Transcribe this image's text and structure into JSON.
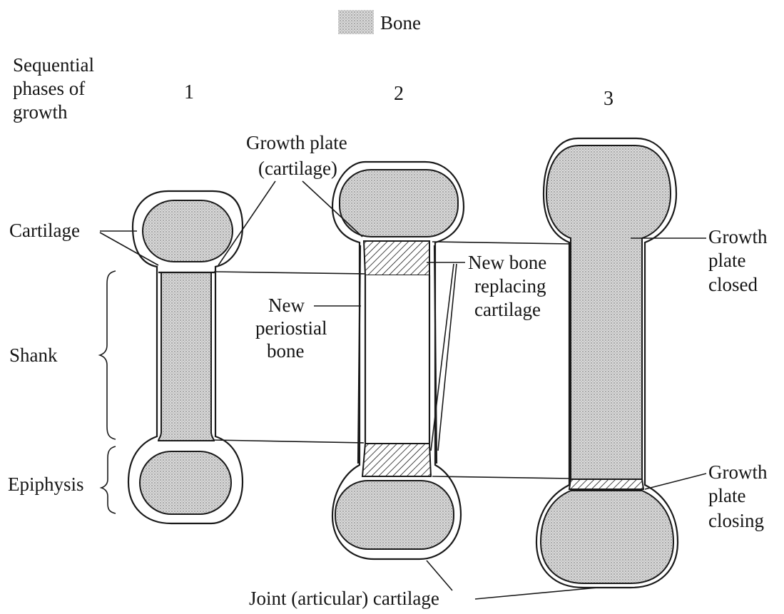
{
  "legend": {
    "label": "Bone"
  },
  "phases_title": [
    "Sequential",
    "phases of",
    "growth"
  ],
  "phase_numbers": [
    "1",
    "2",
    "3"
  ],
  "labels": {
    "growth_plate_cartilage": [
      "Growth plate",
      "(cartilage)"
    ],
    "cartilage": "Cartilage",
    "shank": "Shank",
    "epiphysis": "Epiphysis",
    "new_periostial_bone": [
      "New",
      "periostial",
      "bone"
    ],
    "new_bone_replacing_cartilage": [
      "New bone",
      "replacing",
      "cartilage"
    ],
    "growth_plate_closed": [
      "Growth",
      "plate",
      "closed"
    ],
    "growth_plate_closing": [
      "Growth",
      "plate",
      "closing"
    ],
    "joint_cartilage": "Joint (articular) cartilage"
  },
  "colors": {
    "ink": "#1a1a1a",
    "bone_fill": "#d4d4d4",
    "paper": "#ffffff"
  }
}
